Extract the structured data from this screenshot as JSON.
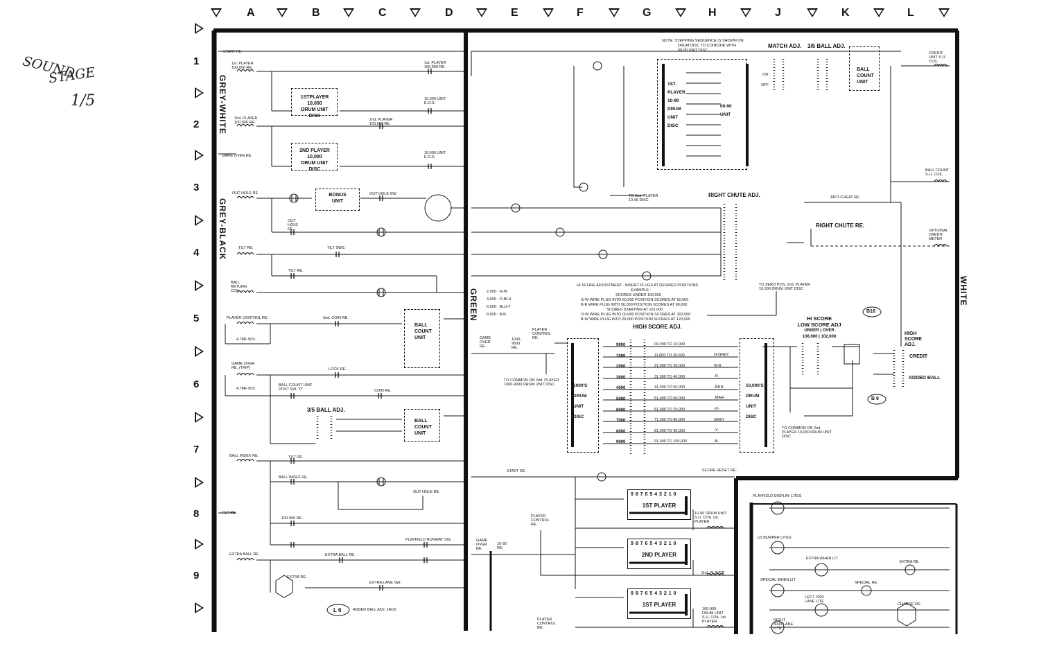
{
  "handwriting": {
    "line1": "SOUND",
    "line2": "STAGE",
    "line3": "1/5"
  },
  "columns": [
    "A",
    "B",
    "C",
    "D",
    "E",
    "F",
    "G",
    "H",
    "J",
    "K",
    "L"
  ],
  "rows": [
    "1",
    "2",
    "3",
    "4",
    "5",
    "6",
    "7",
    "8",
    "9"
  ],
  "wire_bundles": {
    "grey_white": "GREY-WHITE",
    "grey_black": "GREY-BLACK",
    "green": "GREEN",
    "white": "WHITE"
  },
  "note": {
    "l1": "NOTE:  STEPPING SEQUENCE IS SHOWN ON",
    "l2": "DRUM DISC TO COINCIDE WITH",
    "l3": "00-90 UNIT DISC"
  },
  "left_labels": {
    "start_re": "START RE.",
    "p1_100k": "1st. PLAYER 100,000 RE.",
    "p2_100k": "2nd. PLAYER 100,000 RE.",
    "game_over_re": "GAME OVER RE.",
    "out_hole_re": "OUT HOLE RE.",
    "out_hole_re2": "OUT HOLE RE.",
    "tilt_re": "TILT RE.",
    "tilt_re2": "TILT RE.",
    "tilt_sws": "TILT SWS.",
    "ball_return_coil": "BALL RETURN COIL",
    "player_control_re": "PLAYER CONTROL RE.",
    "cap1": "4.7MF 50V.",
    "game_over_trip": "GAME OVER RE. (TRIP)",
    "cap2": "4.7MF 50V.",
    "lock_re": "LOCK RE.",
    "ball_count_post": "BALL COUNT UNIT POST SW. \"0\"",
    "coin_re": "COIN RE.",
    "ball_index_re": "BALL INDEX RE.",
    "ball_index_re2": "BALL INDEX RE.",
    "tilt_re3": "TILT RE.",
    "out_hole_re3": "OUT HOLE RE.",
    "tilt_re4": "TILT RE.",
    "r100_900": "100-900 RE.",
    "playfield_runway": "PLAYFIELD RUNWAY SW.",
    "extra_ball_re": "EXTRA BALL RE.",
    "extra_ball_re2": "EXTRA BALL RE.",
    "extra_re": "EXTRA RE.",
    "extra_lane_sw": "EXTRA LANE SW.",
    "added_ball_jack": "ADDED BALL ADJ. JACK",
    "p1_unit_eos": "1st. PLAYER 100,000 RE.",
    "eos1": "10,000 UNIT E.O.S.",
    "eos2": "10,000 UNIT E.O.S.",
    "p2_re": "2nd. PLAYER 100,000 RE.",
    "out_hole_sw": "OUT HOLE SW.",
    "coin_re2": "2nd. COIN RE."
  },
  "blocks": {
    "drum1": {
      "l1": "1STPLAYER",
      "l2": "10,000",
      "l3": "DRUM UNIT",
      "l4": "DISC"
    },
    "drum2": {
      "l1": "2ND PLAYER",
      "l2": "10,000",
      "l3": "DRUM UNIT",
      "l4": "DISC"
    },
    "bonus": {
      "l1": "BONUS",
      "l2": "UNIT"
    },
    "ball_count1": {
      "l1": "BALL",
      "l2": "COUNT",
      "l3": "UNIT"
    },
    "ball_adj": "3/5 BALL ADJ.",
    "ball_count2": {
      "l1": "BALL",
      "l2": "COUNT",
      "l3": "UNIT"
    },
    "l6": "L 6",
    "match_adj": "MATCH ADJ.",
    "on": "ON",
    "off": "OFF",
    "ball_adj_35": "3/5 BALL ADJ.",
    "ball_count3": {
      "l1": "BALL",
      "l2": "COUNT",
      "l3": "UNIT"
    },
    "first_player_90": {
      "l1": "1ST.",
      "l2": "PLAYER",
      "l3": "10-90",
      "l4": "DRUM",
      "l5": "UNIT",
      "l6": "DISC"
    },
    "unit_0090": {
      "l1": "00-90",
      "l2": "UNIT"
    },
    "right_chute_adj": "RIGHT CHUTE ADJ.",
    "right_chute_re": "RIGHT CHUTE RE.",
    "anti_cheat": "ANTI-CHEAT RE.",
    "optional_meter": "OPTIONAL CREDIT METER",
    "credit_coil": "CREDIT UNIT S.U. COIL",
    "ball_count_coil": "BALL COUNT S.U. COIL",
    "high_score_adj": "HIGH SCORE ADJ.",
    "d1000": {
      "l1": "1000'S",
      "l2": "DRUM",
      "l3": "UNIT",
      "l4": "DISC"
    },
    "d10000": {
      "l1": "10,000'S",
      "l2": "DRUM",
      "l3": "UNIT",
      "l4": "DISC"
    },
    "hi_score": {
      "l1": "HI SCORE",
      "l2": "LOW SCORE ADJ",
      "l3": "UNDER",
      "l4": "OVER",
      "l5": "108,000",
      "l6": "102,000"
    },
    "b16": "B16",
    "b9": "B 9",
    "hs_adj_right": {
      "l1": "HIGH",
      "l2": "SCORE",
      "l3": "ADJ."
    },
    "credit": "CREDIT",
    "added_ball": "ADDED BALL",
    "p1_disp": "1ST PLAYER",
    "p2_disp": "2ND PLAYER",
    "p1_disp2": "1ST PLAYER",
    "digits": "9 8 7 6 5 4 3 2 1 0",
    "playfield_lites": "PLAYFIELD DISPLAY LITES",
    "bumper_lites": "(2) BUMPER LITES",
    "extra_when_lit": "EXTRA WHEN LIT",
    "extra_re_r": "EXTRA RE.",
    "special_when_lit": "SPECIAL WHEN LIT",
    "special_re": "SPECIAL RE.",
    "left_lane": "LEFT 7000 LANE LITE",
    "right_lane": "RIGHT 3000 LANE LITE",
    "change_re": "CHANGE RE.",
    "start_re2": "START RE.",
    "score_reset": "SCORE RESET RE.",
    "to_2nd": "TO 2nd. PLAYER 10-90 DISC",
    "to_common": "TO COMMON ON 2nd. PLAYER 1000-9000 DRUM UNIT DISC",
    "to_common2": "TO COMMON ON 2nd. PLAYER 10,000 DRUM UNIT DISC",
    "to_zero": "TO ZERO POS. 2nd. PLAYER 10,000 DRUM UNIT DISC",
    "game_over_e": "GAME OVER RE.",
    "r1000_9000": "1000-9000 RE.",
    "player_ctrl_e": "PLAYER CONTROL RE.",
    "s_10_90_coil": "10-90 DRUM UNIT S.U. COIL 1st. PLAYER",
    "s_100_900_coil": "100-900 DRUM UNIT S.U. COIL 1st. PLAYER",
    "p2_coil": "2nd. PLAYER",
    "game_over_b": "GAME OVER RE.",
    "r10_90": "10-90 RE.",
    "player_ctrl_f": "PLAYER CONTROL RE.",
    "player_ctrl_bottom": "PLAYER CONTROL RE."
  },
  "hiscore_adj": {
    "title": "HI-SCORE ADJUSTMENT - INSERT PLUGS AT DESIRED POSITIONS",
    "example": "EXAMPLE:",
    "l1": "SCORES UNDER 100,000",
    "l2": "G-W WIRE PLUG INTO 60,000 POSITION SCORES AT 62,000",
    "l3": "B-R WIRE PLUG INTO 90,000 POSITION SCORES AT 98,000",
    "l4": "SCORES STARTING AT 102,000",
    "l5": "O-W WIRE PLUG INTO 00,000 POSITION SCORES AT 102,000",
    "l6": "B-W WIRE PLUG INTO 20,000 POSITION SCORES AT 120,000"
  },
  "plug_rows": [
    "2,000 - G-W",
    "4,000 - O-BLU",
    "6,000 - BLU-Y",
    "8,000 - B-R"
  ],
  "score_ranges": [
    "00,000 TO 10,000",
    "11,000 TO 20,000",
    "21,000 TO 30,000",
    "31,000 TO 40,000",
    "41,000 TO 50,000",
    "51,000 TO 60,000",
    "61,000 TO 70,000",
    "71,000 TO 80,000",
    "81,000 TO 90,000",
    "91,000 TO 100,000"
  ],
  "thousand_positions": [
    "9000",
    "1000",
    "2000",
    "3000",
    "4000",
    "5000",
    "6000",
    "7000",
    "8000",
    "9000"
  ],
  "wire_colors_right": [
    "G-GREY",
    "W-B",
    "-R-",
    "-BRN-",
    "-MAR-",
    "-O-",
    "GREY",
    "-Y-",
    "-B-"
  ]
}
